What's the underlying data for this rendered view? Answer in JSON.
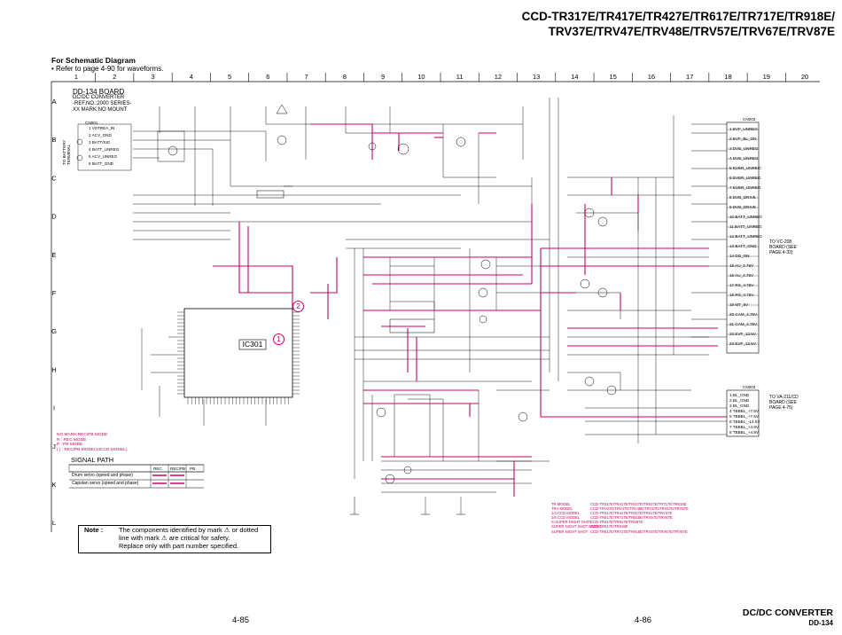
{
  "title": {
    "line1": "CCD-TR317E/TR417E/TR427E/TR617E/TR717E/TR918E/",
    "line2": "TRV37E/TRV47E/TRV48E/TRV57E/TRV67E/TRV87E"
  },
  "subheading": {
    "title": "For Schematic Diagram",
    "refer": "• Refer to page 4-90 for waveforms."
  },
  "grid": {
    "columns": [
      "1",
      "2",
      "3",
      "4",
      "5",
      "6",
      "7",
      "8",
      "9",
      "10",
      "11",
      "12",
      "13",
      "14",
      "15",
      "16",
      "17",
      "18",
      "19",
      "20"
    ],
    "rows": [
      "A",
      "B",
      "C",
      "D",
      "E",
      "F",
      "G",
      "H",
      "I",
      "J",
      "K",
      "L"
    ]
  },
  "board": {
    "name": "DD-134 BOARD",
    "line2": "DC/DC CONVERTER",
    "line3": "-REF.NO.:2000 SERIES-",
    "line4": "XX MARK:NO MOUNT"
  },
  "ic": {
    "label": "IC301"
  },
  "markers": {
    "m1": "1",
    "m2": "2"
  },
  "connector_left": {
    "header": "CN001",
    "pins": [
      "VSTREA_IN",
      "ACV_GND",
      "BATT/SIG",
      "BATT_UNREG",
      "ACV_UNREG",
      "BATT_GND"
    ],
    "side": "TO BATTERY TERMINAL"
  },
  "connector_right": {
    "header": "CN002",
    "pins": [
      "EVF_UNREG",
      "EVF_BL_ON",
      "DVE_UNREG",
      "DVE_UNREG",
      "EVER_UNREG",
      "EVER_UNREG",
      "EVER_UNREG",
      "DVE_DRIVE",
      "DVE_DRIVE",
      "BATT_UNREG",
      "BATT_UNREG",
      "BATT_UNREG",
      "BATT_GND",
      "DD_ON",
      "AU_4.75V",
      "AU_4.75V",
      "RS_4.75V",
      "RS_4.75V",
      "MT_5V",
      "CAM_4.75V",
      "CAM_4.75V",
      "EVF_13.5V",
      "EVF_13.5V"
    ],
    "dest1": "TO VC-208 BOARD (SEE PAGE 4-33)",
    "dest2": "TO VA-211/CD BOARD (SEE PAGE 4-75)"
  },
  "connector_bottom_right": {
    "header": "CN003",
    "pins": [
      "BL_GND",
      "BL_GND",
      "BL_GND",
      "TBBBL_+7.5V",
      "TBBBL_+7.5V",
      "TBBBL_-14.5V",
      "TBBBL_+4.8V",
      "TBBBL_+4.8V"
    ]
  },
  "mode_notes": {
    "l1": "NO MARK:REC/PB MODE",
    "l2": "R : REC MODE",
    "l3": "P : PB MODE",
    "l4": "( ) : REC/PB MODE(14CCD MODEL)"
  },
  "signal_path": {
    "title": "SIGNAL PATH",
    "cols": [
      "REC",
      "REC/PB",
      "PB"
    ],
    "rows": [
      "Drum servo (speed and phase)",
      "Capstan servo (speed and phase)"
    ]
  },
  "note": {
    "label": "Note :",
    "l1": "The components identified by mark ⚠ or dotted",
    "l2": "line with mark ⚠ are critical for safety.",
    "l3": "Replace only with part number specified."
  },
  "model_legend": [
    [
      "TR MODEL",
      "CCD-TR317E/TR417E/TR427E/TR617E/TR717E/TR918E"
    ],
    [
      "TRV MODEL",
      "CCD-TRV37E/TRV47E/TRV48E/TRV57E/TRV67E/TRV87E"
    ],
    [
      "1/4 CCD MODEL",
      "CCD-TR317E/TR417E/TR427E/TR617E/TRV37E"
    ],
    [
      "1/6 CCD MODEL",
      "CCD-TR617E/TR717E/TR918E/TRV57E/TRV67E"
    ],
    [
      "S-SUPER NIGHT SHOT",
      "CCD-TR317E/TR917E/TRV87E"
    ],
    [
      "SUPER NIGHT SHOT MODEL",
      "CCD-TR917E/TR918E"
    ],
    [
      "SUPER NIGHT SHOT",
      "CCD-TR617E/TR717E/TR918E/TRV57E/TRV67E/TRV87E"
    ]
  ],
  "page_numbers": {
    "left": "4-85",
    "right": "4-86"
  },
  "footer": {
    "line1": "DC/DC CONVERTER",
    "line2": "DD-134"
  },
  "colors": {
    "accent": "#cc0066",
    "line": "#000000"
  }
}
